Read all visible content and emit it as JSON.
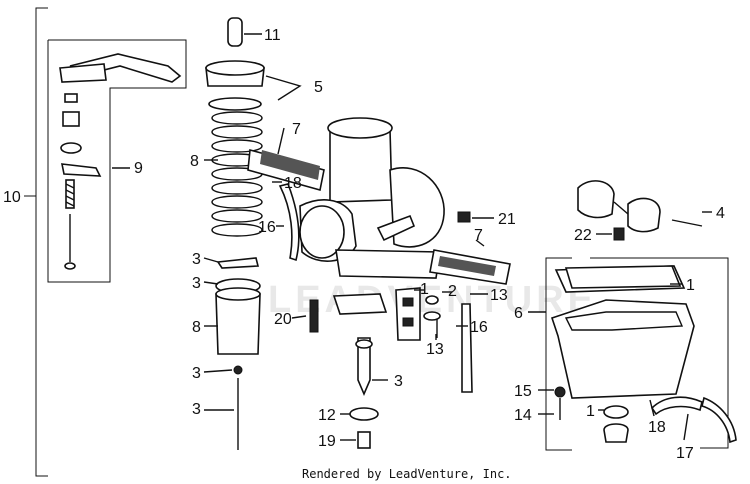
{
  "credit": "Rendered by LeadVenture, Inc.",
  "watermark": "LEADVENTURE",
  "callouts": [
    {
      "label": "11"
    },
    {
      "label": "5"
    },
    {
      "label": "10"
    },
    {
      "label": "9"
    },
    {
      "label": "8"
    },
    {
      "label": "7"
    },
    {
      "label": "18"
    },
    {
      "label": "16"
    },
    {
      "label": "3"
    },
    {
      "label": "3"
    },
    {
      "label": "8"
    },
    {
      "label": "3"
    },
    {
      "label": "3"
    },
    {
      "label": "20"
    },
    {
      "label": "1"
    },
    {
      "label": "2"
    },
    {
      "label": "13"
    },
    {
      "label": "13"
    },
    {
      "label": "16"
    },
    {
      "label": "3"
    },
    {
      "label": "12"
    },
    {
      "label": "19"
    },
    {
      "label": "21"
    },
    {
      "label": "7"
    },
    {
      "label": "4"
    },
    {
      "label": "22"
    },
    {
      "label": "1"
    },
    {
      "label": "6"
    },
    {
      "label": "15"
    },
    {
      "label": "14"
    },
    {
      "label": "1"
    },
    {
      "label": "18"
    },
    {
      "label": "17"
    }
  ]
}
